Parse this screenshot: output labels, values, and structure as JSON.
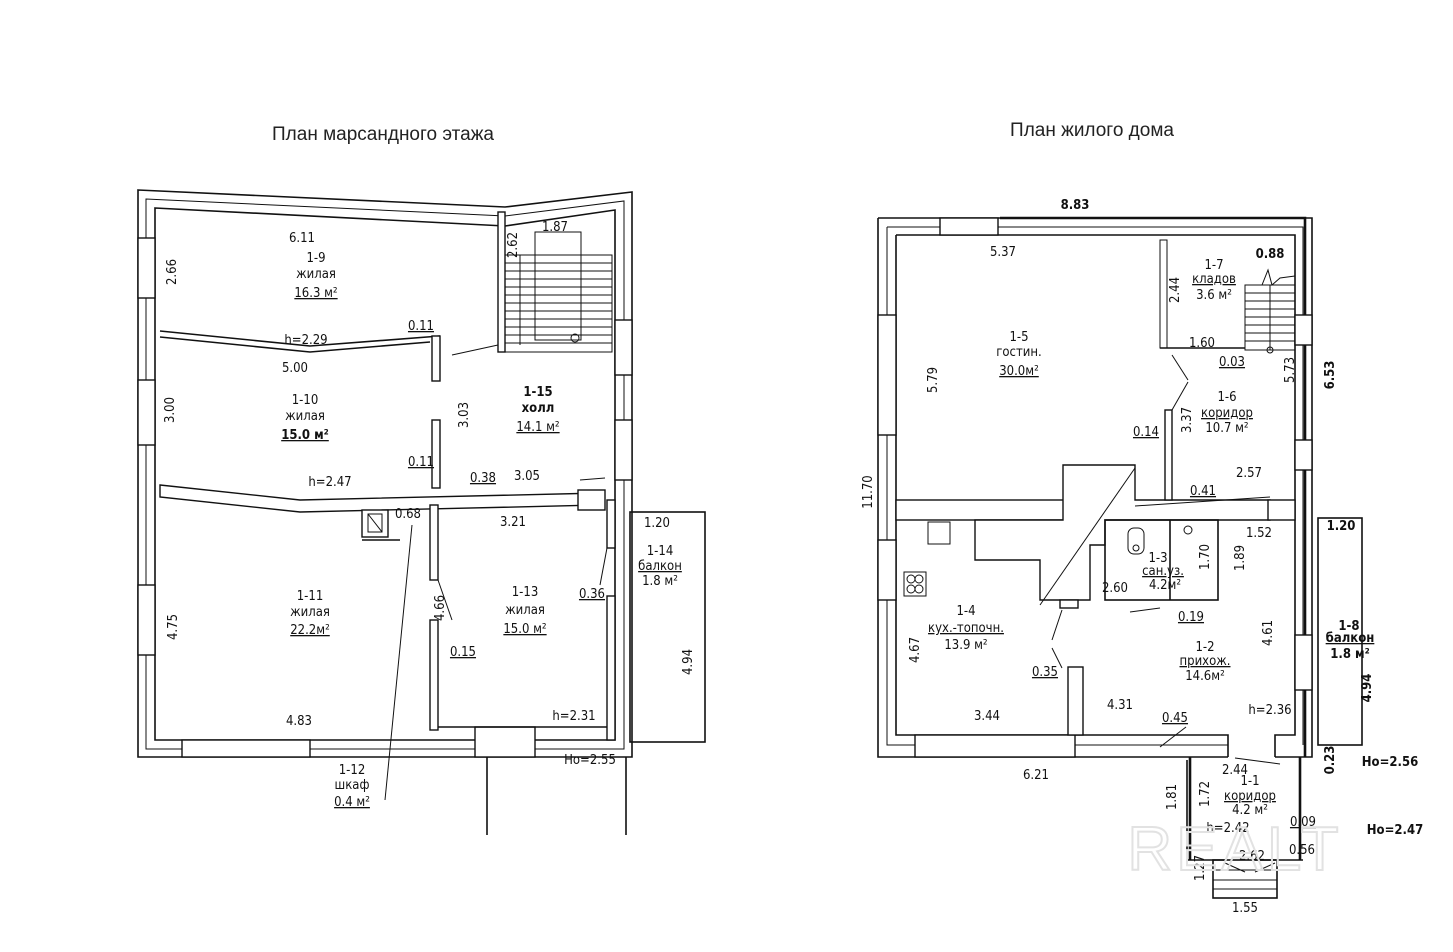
{
  "left_plan": {
    "title": "План марсандного этажа",
    "rooms": [
      {
        "id": "1-9",
        "name": "жилая",
        "area": "16.3 м²"
      },
      {
        "id": "1-10",
        "name": "жилая",
        "area": "15.0 м²"
      },
      {
        "id": "1-15",
        "name": "холл",
        "area": "14.1 м²"
      },
      {
        "id": "1-11",
        "name": "жилая",
        "area": "22.2м²"
      },
      {
        "id": "1-13",
        "name": "жилая",
        "area": "15.0 м²"
      },
      {
        "id": "1-14",
        "name": "балкон",
        "area": "1.8 м²"
      },
      {
        "id": "1-12",
        "name": "шкаф",
        "area": "0.4 м²"
      }
    ],
    "dims": [
      "6.11",
      "1.87",
      "2.62",
      "2.66",
      "h=2.29",
      "0.11",
      "5.00",
      "3.00",
      "3.03",
      "0.11",
      "h=2.47",
      "0.38",
      "3.05",
      "0.68",
      "3.21",
      "1.20",
      "4.75",
      "4.66",
      "0.36",
      "4.94",
      "0.15",
      "4.83",
      "h=2.31",
      "Ho=2.55"
    ]
  },
  "right_plan": {
    "title": "План жилого дома",
    "rooms": [
      {
        "id": "1-5",
        "name": "гостин.",
        "area": "30.0м²"
      },
      {
        "id": "1-7",
        "name": "кладов",
        "area": "3.6 м²"
      },
      {
        "id": "1-6",
        "name": "коридор",
        "area": "10.7 м²"
      },
      {
        "id": "1-3",
        "name": "сан.уз.",
        "area": "4.2м²"
      },
      {
        "id": "1-4",
        "name": "кух.-топочн.",
        "area": "13.9 м²"
      },
      {
        "id": "1-2",
        "name": "прихож.",
        "area": "14.6м²"
      },
      {
        "id": "1-8",
        "name": "балкон",
        "area": "1.8 м²"
      },
      {
        "id": "1-1",
        "name": "коридор",
        "area": "4.2 м²"
      }
    ],
    "dims": [
      "8.83",
      "5.37",
      "0.88",
      "2.44",
      "5.79",
      "1.60",
      "0.03",
      "5.73",
      "6.53",
      "11.70",
      "0.14",
      "3.37",
      "2.57",
      "0.41",
      "1.52",
      "1.20",
      "1.70",
      "1.89",
      "2.60",
      "0.19",
      "4.67",
      "4.61",
      "0.35",
      "4.94",
      "4.31",
      "3.44",
      "0.45",
      "h=2.36",
      "6.21",
      "0.23",
      "Ho=2.56",
      "2.44",
      "1.81",
      "1.72",
      "h=2.42",
      "0.09",
      "Ho=2.47",
      "2.62",
      "0.56",
      "1.27",
      "1.55"
    ]
  },
  "watermark": "REALT"
}
